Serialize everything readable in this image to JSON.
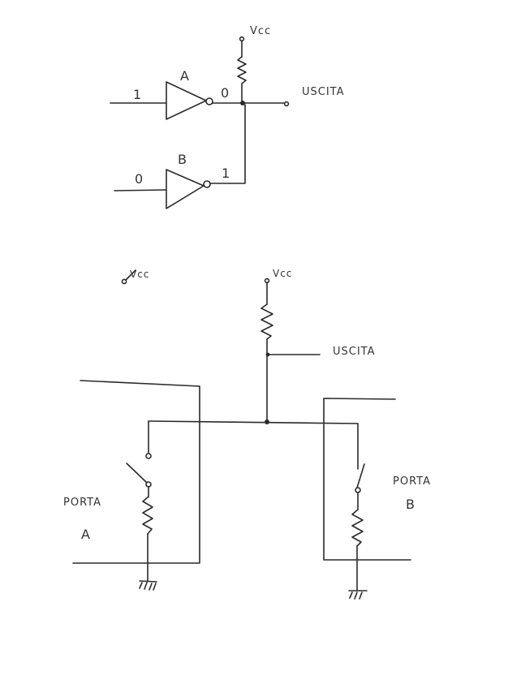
{
  "colors": {
    "paper": "#ffffff",
    "ink": "#2a2a2a"
  },
  "gate_circuit": {
    "supply_label": "Vcc",
    "output_label": "USCITA",
    "gate_a": {
      "name": "A",
      "input_value": "1",
      "output_value": "0"
    },
    "gate_b": {
      "name": "B",
      "input_value": "0",
      "output_value": "1"
    }
  },
  "switch_circuit": {
    "stray_label": "Vcc",
    "supply_label": "Vcc",
    "output_label": "USCITA",
    "porta_a": {
      "word": "PORTA",
      "letter": "A"
    },
    "porta_b": {
      "word": "PORTA",
      "letter": "B"
    }
  }
}
